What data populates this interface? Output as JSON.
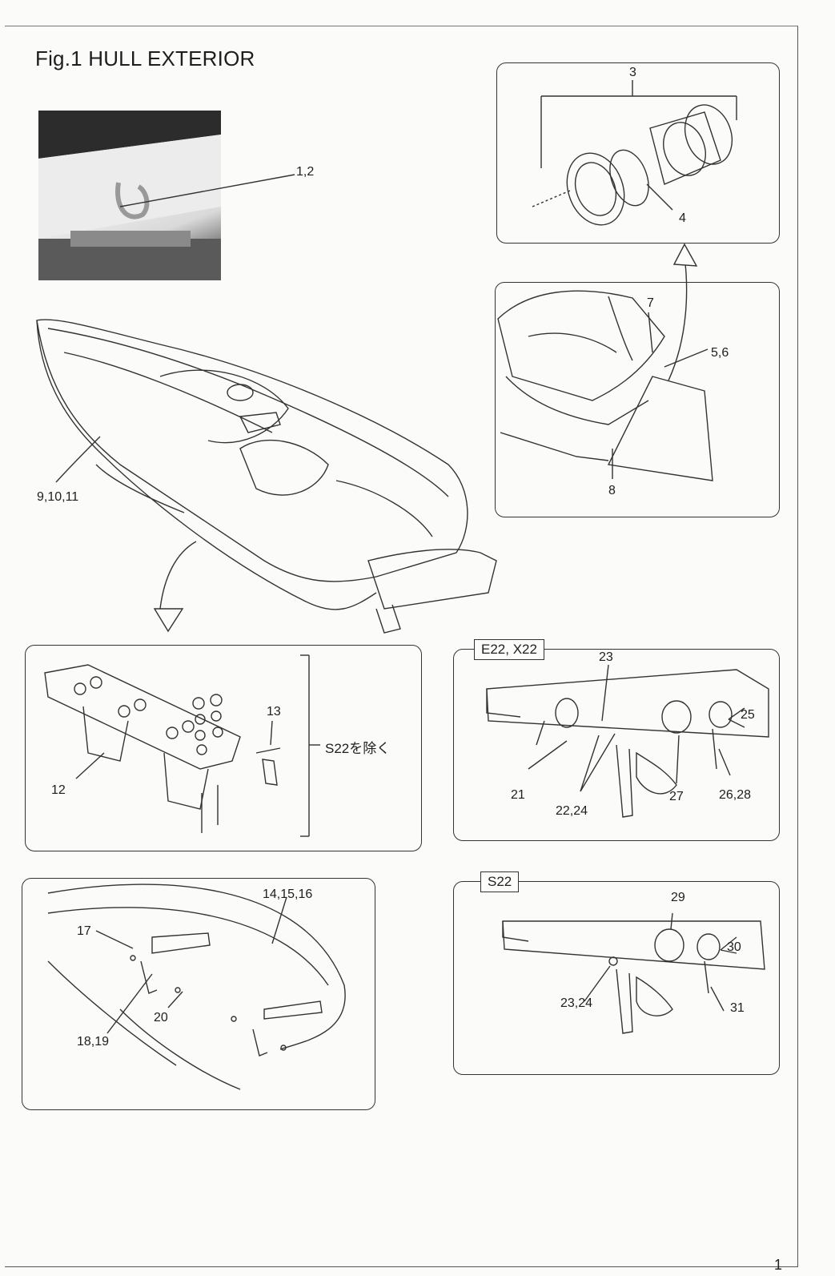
{
  "title": "Fig.1 HULL EXTERIOR",
  "page_number": "1",
  "tags": {
    "e22_x22": "E22, X22",
    "s22": "S22"
  },
  "notes": {
    "s22_excluded": "S22を除く"
  },
  "callouts": {
    "c1_2": "1,2",
    "c3": "3",
    "c4": "4",
    "c5_6": "5,6",
    "c7": "7",
    "c8": "8",
    "c9_10_11": "9,10,11",
    "c12": "12",
    "c13": "13",
    "c14_15_16": "14,15,16",
    "c17": "17",
    "c18_19": "18,19",
    "c20": "20",
    "c21": "21",
    "c22_24": "22,24",
    "c23": "23",
    "c25": "25",
    "c26_28": "26,28",
    "c27": "27",
    "c29": "29",
    "c30": "30",
    "c23_24": "23,24",
    "c31": "31"
  }
}
